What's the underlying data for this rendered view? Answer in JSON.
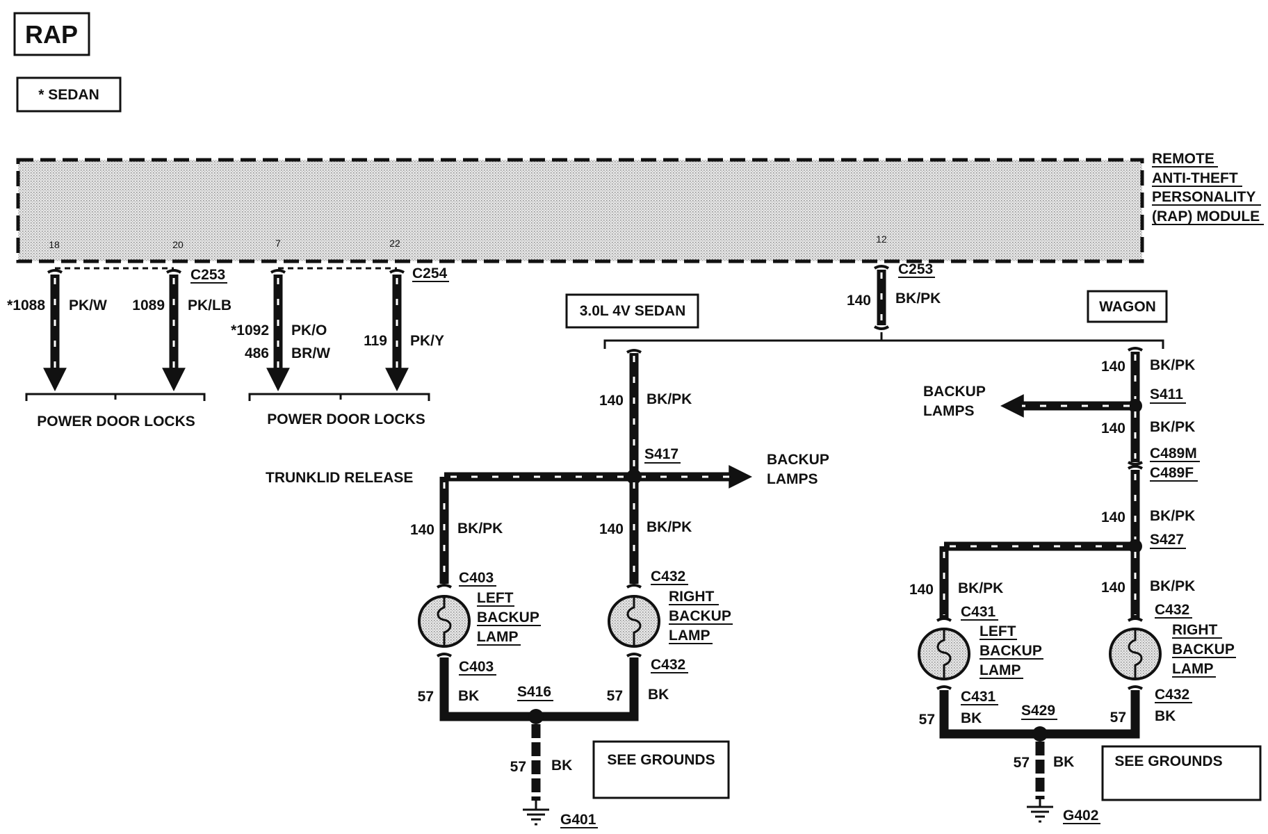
{
  "header": {
    "title": "RAP",
    "legend": "* SEDAN"
  },
  "module": {
    "name_lines": [
      "REMOTE",
      "ANTI-THEFT",
      "PERSONALITY",
      "(RAP) MODULE"
    ],
    "pins": [
      "18",
      "20",
      "7",
      "22",
      "12"
    ]
  },
  "door_locks": {
    "connector_left": "C253",
    "connector_right": "C254",
    "circuits": [
      {
        "number": "*1088",
        "color": "PK/W"
      },
      {
        "number": "1089",
        "color": "PK/LB"
      },
      {
        "number": "*1092",
        "color": "PK/O"
      },
      {
        "number": "486",
        "color": "BR/W"
      },
      {
        "number": "119",
        "color": "PK/Y"
      }
    ],
    "group_labels": [
      "POWER DOOR LOCKS",
      "POWER DOOR LOCKS"
    ]
  },
  "main_feed": {
    "connector": "C253",
    "circuit": "140",
    "color": "BK/PK"
  },
  "sedan": {
    "label": "3.0L 4V SEDAN",
    "feed": {
      "circuit": "140",
      "color": "BK/PK"
    },
    "splice": "S417",
    "trunklid_label": "TRUNKLID RELEASE",
    "backup_lamps_label": [
      "BACKUP",
      "LAMPS"
    ],
    "left_wire": {
      "circuit": "140",
      "color": "BK/PK"
    },
    "right_wire": {
      "circuit": "140",
      "color": "BK/PK"
    },
    "left_lamp": {
      "connector_top": "C403",
      "name_lines": [
        "LEFT",
        "BACKUP",
        "LAMP"
      ],
      "connector_bottom": "C403",
      "ground_wire": {
        "circuit": "57",
        "color": "BK"
      }
    },
    "right_lamp": {
      "connector_top": "C432",
      "name_lines": [
        "RIGHT",
        "BACKUP",
        "LAMP"
      ],
      "connector_bottom": "C432",
      "ground_wire": {
        "circuit": "57",
        "color": "BK"
      }
    },
    "ground_splice": "S416",
    "ground_lead": {
      "circuit": "57",
      "color": "BK"
    },
    "see_grounds": "SEE GROUNDS",
    "ground": "G401"
  },
  "wagon": {
    "label": "WAGON",
    "feed": {
      "circuit": "140",
      "color": "BK/PK"
    },
    "splice_top": "S411",
    "backup_lamps_label": [
      "BACKUP",
      "LAMPS"
    ],
    "wire_2": {
      "circuit": "140",
      "color": "BK/PK"
    },
    "connector_male": "C489M",
    "connector_female": "C489F",
    "wire_3": {
      "circuit": "140",
      "color": "BK/PK"
    },
    "splice_mid": "S427",
    "left_wire": {
      "circuit": "140",
      "color": "BK/PK"
    },
    "right_wire": {
      "circuit": "140",
      "color": "BK/PK"
    },
    "left_lamp": {
      "connector_top": "C431",
      "name_lines": [
        "LEFT",
        "BACKUP",
        "LAMP"
      ],
      "connector_bottom": "C431",
      "ground_wire": {
        "circuit": "57",
        "color": "BK"
      }
    },
    "right_lamp": {
      "connector_top": "C432",
      "name_lines": [
        "RIGHT",
        "BACKUP",
        "LAMP"
      ],
      "connector_bottom": "C432",
      "ground_wire": {
        "circuit": "57",
        "color": "BK"
      }
    },
    "ground_splice": "S429",
    "ground_lead": {
      "circuit": "57",
      "color": "BK"
    },
    "see_grounds": "SEE GROUNDS",
    "ground": "G402"
  }
}
